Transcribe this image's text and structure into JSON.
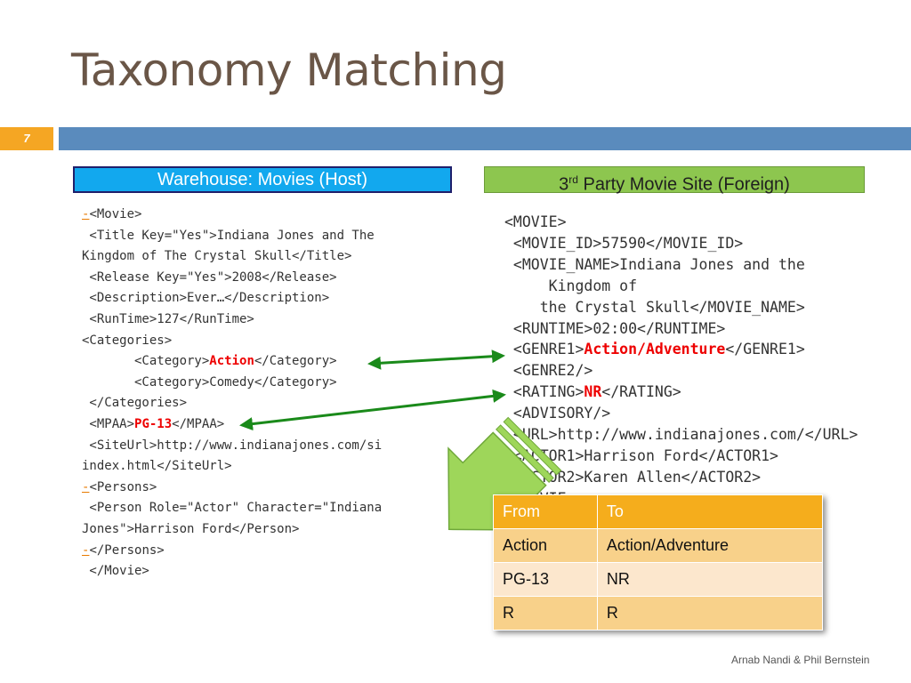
{
  "slide": {
    "title": "Taxonomy Matching",
    "number": "7",
    "footer": "Arnab Nandi & Phil Bernstein"
  },
  "host": {
    "header": "Warehouse: Movies (Host)",
    "lines": [
      [
        {
          "t": "-",
          "c": "dash"
        },
        {
          "t": "<Movie>"
        }
      ],
      [
        {
          "t": " <Title Key=\"Yes\">Indiana Jones and The"
        }
      ],
      [
        {
          "t": "Kingdom of The Crystal Skull</Title>"
        }
      ],
      [
        {
          "t": " <Release Key=\"Yes\">2008</Release>"
        }
      ],
      [
        {
          "t": " <Description>Ever…</Description>"
        }
      ],
      [
        {
          "t": " <RunTime>127</RunTime>"
        }
      ],
      [
        {
          "t": "<Categories>"
        }
      ],
      [
        {
          "t": "       <Category>"
        },
        {
          "t": "Action",
          "c": "hl"
        },
        {
          "t": "</Category>"
        }
      ],
      [
        {
          "t": "       <Category>Comedy</Category>"
        }
      ],
      [
        {
          "t": " </Categories>"
        }
      ],
      [
        {
          "t": " <MPAA>"
        },
        {
          "t": "PG-13",
          "c": "hl"
        },
        {
          "t": "</MPAA>"
        }
      ],
      [
        {
          "t": " <SiteUrl>http://www.indianajones.com/si"
        }
      ],
      [
        {
          "t": "index.html</SiteUrl>"
        }
      ],
      [
        {
          "t": "-",
          "c": "dash"
        },
        {
          "t": "<Persons>"
        }
      ],
      [
        {
          "t": " <Person Role=\"Actor\" Character=\"Indiana"
        }
      ],
      [
        {
          "t": "Jones\">Harrison Ford</Person>"
        }
      ],
      [
        {
          "t": "-",
          "c": "dash"
        },
        {
          "t": "</Persons>"
        }
      ],
      [
        {
          "t": " </Movie>"
        }
      ]
    ]
  },
  "foreign": {
    "header_prefix": "3",
    "header_sup": "rd",
    "header_rest": " Party Movie Site (Foreign)",
    "lines": [
      [
        {
          "t": "<MOVIE>"
        }
      ],
      [
        {
          "t": " <MOVIE_ID>57590</MOVIE_ID>"
        }
      ],
      [
        {
          "t": " <MOVIE_NAME>Indiana Jones and the"
        }
      ],
      [
        {
          "t": "     Kingdom of"
        }
      ],
      [
        {
          "t": "    the Crystal Skull</MOVIE_NAME>"
        }
      ],
      [
        {
          "t": " <RUNTIME>02:00</RUNTIME>"
        }
      ],
      [
        {
          "t": " <GENRE1>"
        },
        {
          "t": "Action/Adventure",
          "c": "hl"
        },
        {
          "t": "</GENRE1>"
        }
      ],
      [
        {
          "t": " <GENRE2/>"
        }
      ],
      [
        {
          "t": " <RATING>"
        },
        {
          "t": "NR",
          "c": "hl"
        },
        {
          "t": "</RATING>"
        }
      ],
      [
        {
          "t": " <ADVISORY/>"
        }
      ],
      [
        {
          "t": " <URL>http://www.indianajones.com/</URL>"
        }
      ],
      [
        {
          "t": " <ACTOR1>Harrison Ford</ACTOR1>"
        }
      ],
      [
        {
          "t": " <ACTOR2>Karen Allen</ACTOR2>"
        }
      ],
      [
        {
          "t": " <MOVIE>"
        }
      ]
    ]
  },
  "mapping": {
    "headers": [
      "From",
      "To"
    ],
    "rows": [
      [
        "Action",
        "Action/Adventure"
      ],
      [
        "PG-13",
        "NR"
      ],
      [
        "R",
        "R"
      ]
    ]
  },
  "colors": {
    "title": "#6a5647",
    "accent_orange": "#f5a623",
    "bar_blue": "#5a8bbd",
    "host_header": "#12a8ee",
    "foreign_header": "#8dc64f",
    "arrow_green": "#1a8a1a",
    "big_arrow": "#9ed65a",
    "highlight_red": "#ee0000"
  }
}
